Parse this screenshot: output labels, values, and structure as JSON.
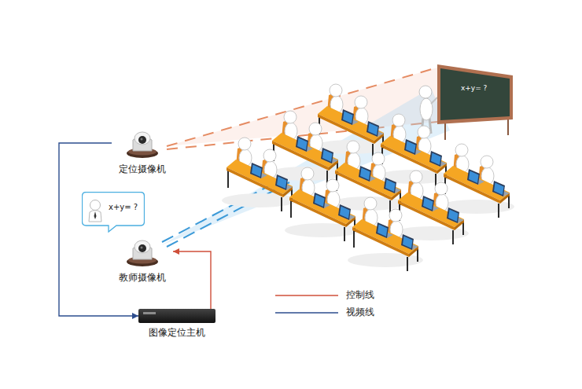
{
  "diagram": {
    "nodes": [
      {
        "text": [
          "x+y= ?"
        ]
      },
      {
        "text": [
          "定位摄像机"
        ]
      },
      {
        "text": [
          "x+y= ?"
        ]
      },
      {
        "text": [
          "教师摄像机"
        ]
      },
      {
        "text": [
          "图像定位主机"
        ]
      }
    ],
    "edges": [
      {
        "from": 1,
        "to": 4,
        "arrow": "to"
      },
      {
        "from": 4,
        "to": 3,
        "arrow": "to"
      }
    ],
    "legend": [
      {
        "text": "控制线"
      },
      {
        "text": "视频线"
      }
    ]
  }
}
